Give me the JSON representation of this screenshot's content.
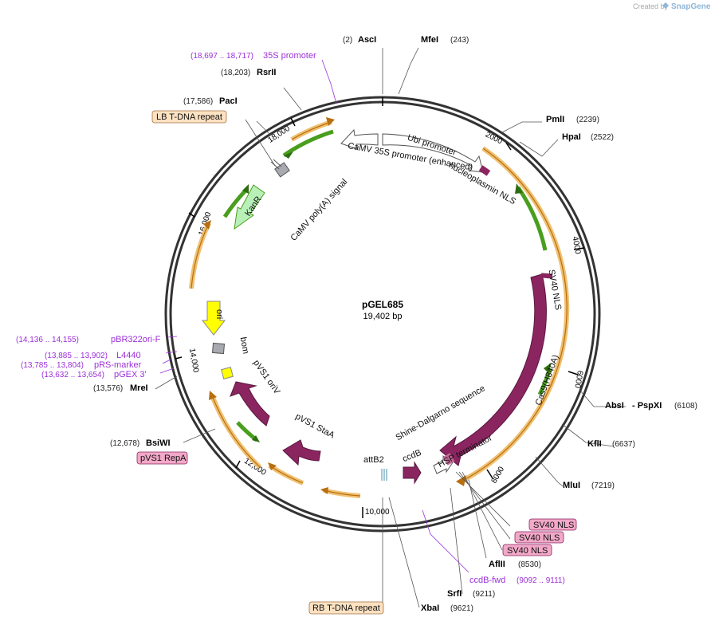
{
  "credit": {
    "prefix": "Created by",
    "brand": "SnapGene"
  },
  "plasmid": {
    "name": "pGEL685",
    "length": "19,402 bp"
  },
  "ticks": [
    "2000",
    "4000",
    "6000",
    "8000",
    "10,000",
    "12,000",
    "14,000",
    "16,000",
    "18,000"
  ],
  "sites": [
    {
      "pos": "(2)",
      "name": "AscI"
    },
    {
      "pos": "(243)",
      "name": "MfeI"
    },
    {
      "pos": "(2239)",
      "name": "PmlI"
    },
    {
      "pos": "(2522)",
      "name": "HpaI"
    },
    {
      "pos": "(6108)",
      "name": "AbsI",
      "extra": "- PspXI"
    },
    {
      "pos": "(6637)",
      "name": "KflI"
    },
    {
      "pos": "(7219)",
      "name": "MluI"
    },
    {
      "pos": "(8530)",
      "name": "AflII"
    },
    {
      "pos": "(9211)",
      "name": "SrfI"
    },
    {
      "pos": "(9621)",
      "name": "XbaI"
    },
    {
      "pos": "(12,678)",
      "name": "BsiWI"
    },
    {
      "pos": "(13,576)",
      "name": "MreI"
    },
    {
      "pos": "(17,586)",
      "name": "PacI"
    },
    {
      "pos": "(18,203)",
      "name": "RsrII"
    }
  ],
  "primers": [
    {
      "pos": "(18,697 .. 18,717)",
      "name": "35S promoter"
    },
    {
      "pos": "(14,136 .. 14,155)",
      "name": "pBR322ori-F"
    },
    {
      "pos": "(13,885 .. 13,902)",
      "name": "L4440"
    },
    {
      "pos": "(13,785 .. 13,804)",
      "name": "pRS-marker"
    },
    {
      "pos": "(13,632 .. 13,654)",
      "name": "pGEX 3'"
    },
    {
      "pos": "(9092 .. 9111)",
      "name": "ccdB-fwd"
    }
  ],
  "tags": [
    "LB T-DNA repeat",
    "pVS1 RepA",
    "RB T-DNA repeat",
    "SV40 NLS",
    "SV40 NLS",
    "SV40 NLS"
  ],
  "features": [
    "Ubi promoter",
    "CaMV 35S promoter (enhanced)",
    "nucleoplasmin NLS",
    "SV40 NLS",
    "Cas9(H840A)",
    "Shine-Dalgarno sequence",
    "HSP terminator",
    "ccdB",
    "attB2",
    "pVS1 StaA",
    "pVS1 oriV",
    "bom",
    "ori",
    "KanR",
    "CaMV poly(A) signal"
  ],
  "colors": {
    "backbone": "#333333",
    "cas9": "#8b2560",
    "orf_fill": "#f0c070",
    "orf_border": "#d8901e",
    "orf_green": "#4a9e1e",
    "primer": "#9b30d9",
    "tag_fill": "#f2a8c8",
    "tag_peach": "#fde2c2",
    "kanr": "#b8f0b8",
    "ori": "#ffff00",
    "grey_box": "#a8aab0"
  }
}
